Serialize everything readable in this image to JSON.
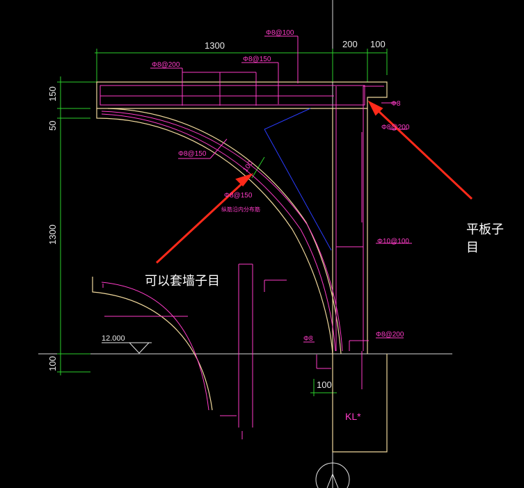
{
  "dimensions": {
    "top_span": "1300",
    "top_mid": "200",
    "top_right": "100",
    "left_slab": "150",
    "left_gap": "50",
    "left_height": "1300",
    "left_bottom": "100",
    "bottom_offset": "100"
  },
  "rebar_labels": {
    "top_1": "Φ8@100",
    "top_2": "Φ8@200",
    "top_3": "Φ8@150",
    "right_tip": "Φ8",
    "right_col": "Φ8@200",
    "curve_1": "Φ8@150",
    "curve_thk": "100",
    "curve_2": "Φ8@150",
    "curve_note": "纵筋沿内分布筋",
    "col_mid": "Φ10@100",
    "bot_left": "Φ8",
    "bot_right": "Φ8@200"
  },
  "annotations": {
    "wall_note": "可以套墙子目",
    "slab_note_line1": "平板子",
    "slab_note_line2": "目"
  },
  "elevation": "12.000",
  "beam_label": "KL*",
  "colors": {
    "background": "#000000",
    "concrete_outline": "#f0d89c",
    "rebar": "#ff3cc8",
    "dimension": "#2bd12b",
    "annotation_arrow": "#ff2a1a",
    "blue_line": "#2a3cff",
    "axis_line": "#e8e8e8"
  }
}
